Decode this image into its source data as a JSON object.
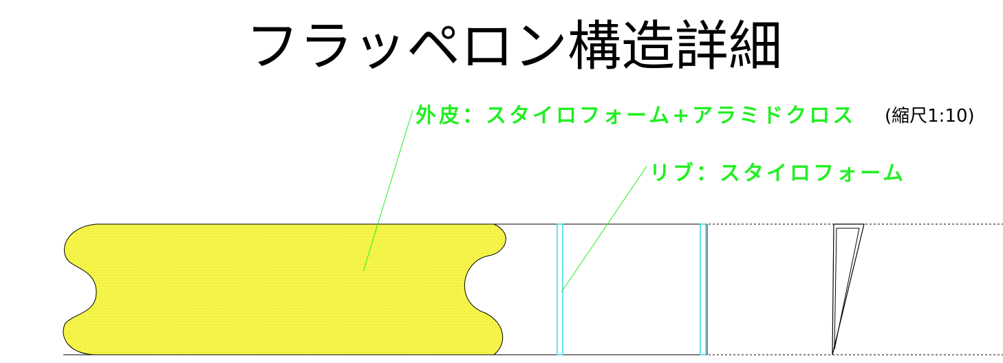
{
  "title": "フラッペロン構造詳細",
  "scale_note": "(縮尺1:10)",
  "callouts": {
    "skin": "外皮：スタイロフォーム+アラミドクロス",
    "rib": "リブ：スタイロフォーム"
  },
  "colors": {
    "skin_fill": "#f5f54a",
    "callout_text": "#22ee22",
    "rib_line": "#2fd7e6",
    "outline": "#000000"
  }
}
